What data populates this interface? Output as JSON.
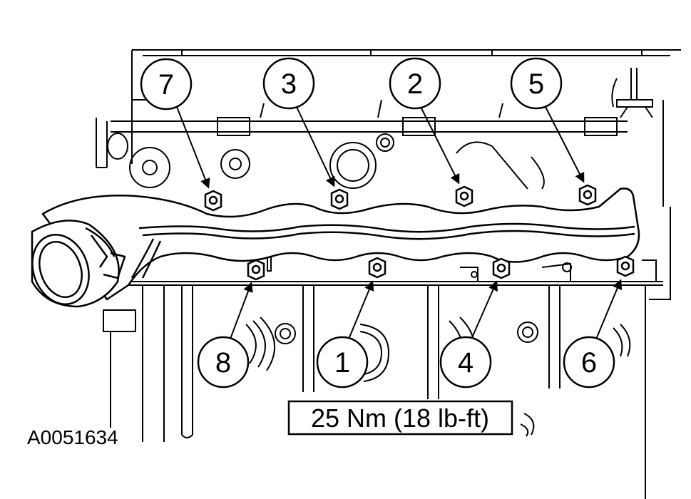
{
  "figure": {
    "figure_id": "A0051634",
    "torque_spec": "25 Nm (18 lb-ft)"
  },
  "colors": {
    "line": "#000000",
    "background": "#ffffff"
  },
  "callouts": [
    {
      "label": "7",
      "name": "upper-left-bolt"
    },
    {
      "label": "3",
      "name": "upper-mid-left-bolt"
    },
    {
      "label": "2",
      "name": "upper-mid-right-bolt"
    },
    {
      "label": "5",
      "name": "upper-right-bolt"
    },
    {
      "label": "8",
      "name": "lower-left-bolt"
    },
    {
      "label": "1",
      "name": "lower-mid-left-bolt"
    },
    {
      "label": "4",
      "name": "lower-mid-right-bolt"
    },
    {
      "label": "6",
      "name": "lower-right-bolt"
    }
  ]
}
